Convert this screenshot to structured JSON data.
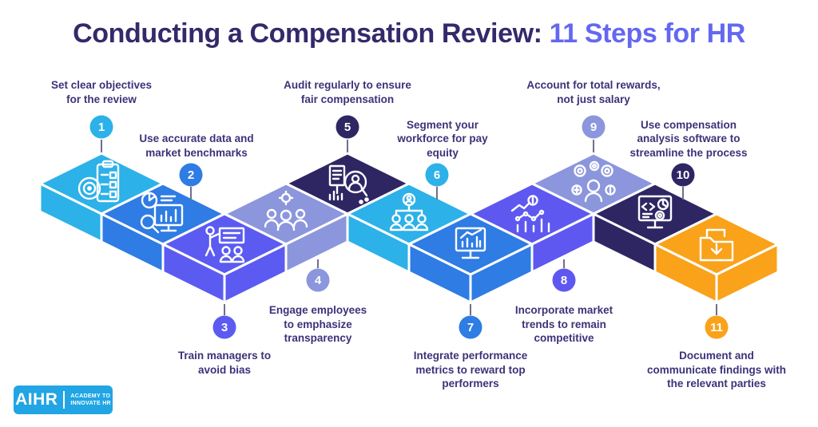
{
  "title": {
    "prefix": "Conducting a Compensation Review: ",
    "highlight": "11 Steps for HR"
  },
  "logo": {
    "brand": "AIHR",
    "tagline_line1": "ACADEMY TO",
    "tagline_line2": "INNOVATE HR"
  },
  "colors": {
    "background": "#ffffff",
    "title_dark": "#35296b",
    "title_accent": "#6468f0",
    "label_text": "#3b3379",
    "connector": "#716d8d",
    "cube_stroke": "#ffffff",
    "number_text": "#ffffff",
    "logo_blue": "#21a5e4"
  },
  "steps": [
    {
      "number": "1",
      "color": "#2cb1e8",
      "icon": "target-clipboard-icon",
      "level": 0,
      "label_side": "above",
      "label_lines": [
        "Set clear objectives",
        "for the review"
      ]
    },
    {
      "number": "2",
      "color": "#2e7ce4",
      "icon": "market-data-icon",
      "level": 1,
      "label_side": "above",
      "label_lines": [
        "Use accurate data and",
        "market benchmarks"
      ]
    },
    {
      "number": "3",
      "color": "#5b5bf2",
      "icon": "manager-training-icon",
      "level": 2,
      "label_side": "below",
      "label_lines": [
        "Train managers to",
        "avoid bias"
      ]
    },
    {
      "number": "4",
      "color": "#8c96dc",
      "icon": "employee-engagement-icon",
      "level": 1,
      "label_side": "below",
      "label_lines": [
        "Engage employees",
        "to emphasize",
        "transparency"
      ]
    },
    {
      "number": "5",
      "color": "#2e2663",
      "icon": "audit-icon",
      "level": 0,
      "label_side": "above",
      "label_lines": [
        "Audit regularly to ensure",
        "fair compensation"
      ]
    },
    {
      "number": "6",
      "color": "#2cb1e8",
      "icon": "workforce-segment-icon",
      "level": 1,
      "label_side": "above",
      "label_lines": [
        "Segment your",
        "workforce for pay",
        "equity"
      ]
    },
    {
      "number": "7",
      "color": "#2e7ce4",
      "icon": "performance-metrics-icon",
      "level": 2,
      "label_side": "below",
      "label_lines": [
        "Integrate performance",
        "metrics to reward top",
        "performers"
      ]
    },
    {
      "number": "8",
      "color": "#5e58f0",
      "icon": "market-trends-icon",
      "level": 1,
      "label_side": "below",
      "label_lines": [
        "Incorporate market",
        "trends to remain",
        "competitive"
      ]
    },
    {
      "number": "9",
      "color": "#8c96dc",
      "icon": "total-rewards-icon",
      "level": 0,
      "label_side": "above",
      "label_lines": [
        "Account for total rewards,",
        "not just salary"
      ]
    },
    {
      "number": "10",
      "color": "#2e2663",
      "icon": "compensation-software-icon",
      "level": 1,
      "label_side": "above",
      "label_lines": [
        "Use compensation",
        "analysis software to",
        "streamline the process"
      ]
    },
    {
      "number": "11",
      "color": "#f9a21a",
      "icon": "document-findings-icon",
      "level": 2,
      "label_side": "below",
      "label_lines": [
        "Document and",
        "communicate findings with",
        "the relevant parties"
      ]
    }
  ]
}
